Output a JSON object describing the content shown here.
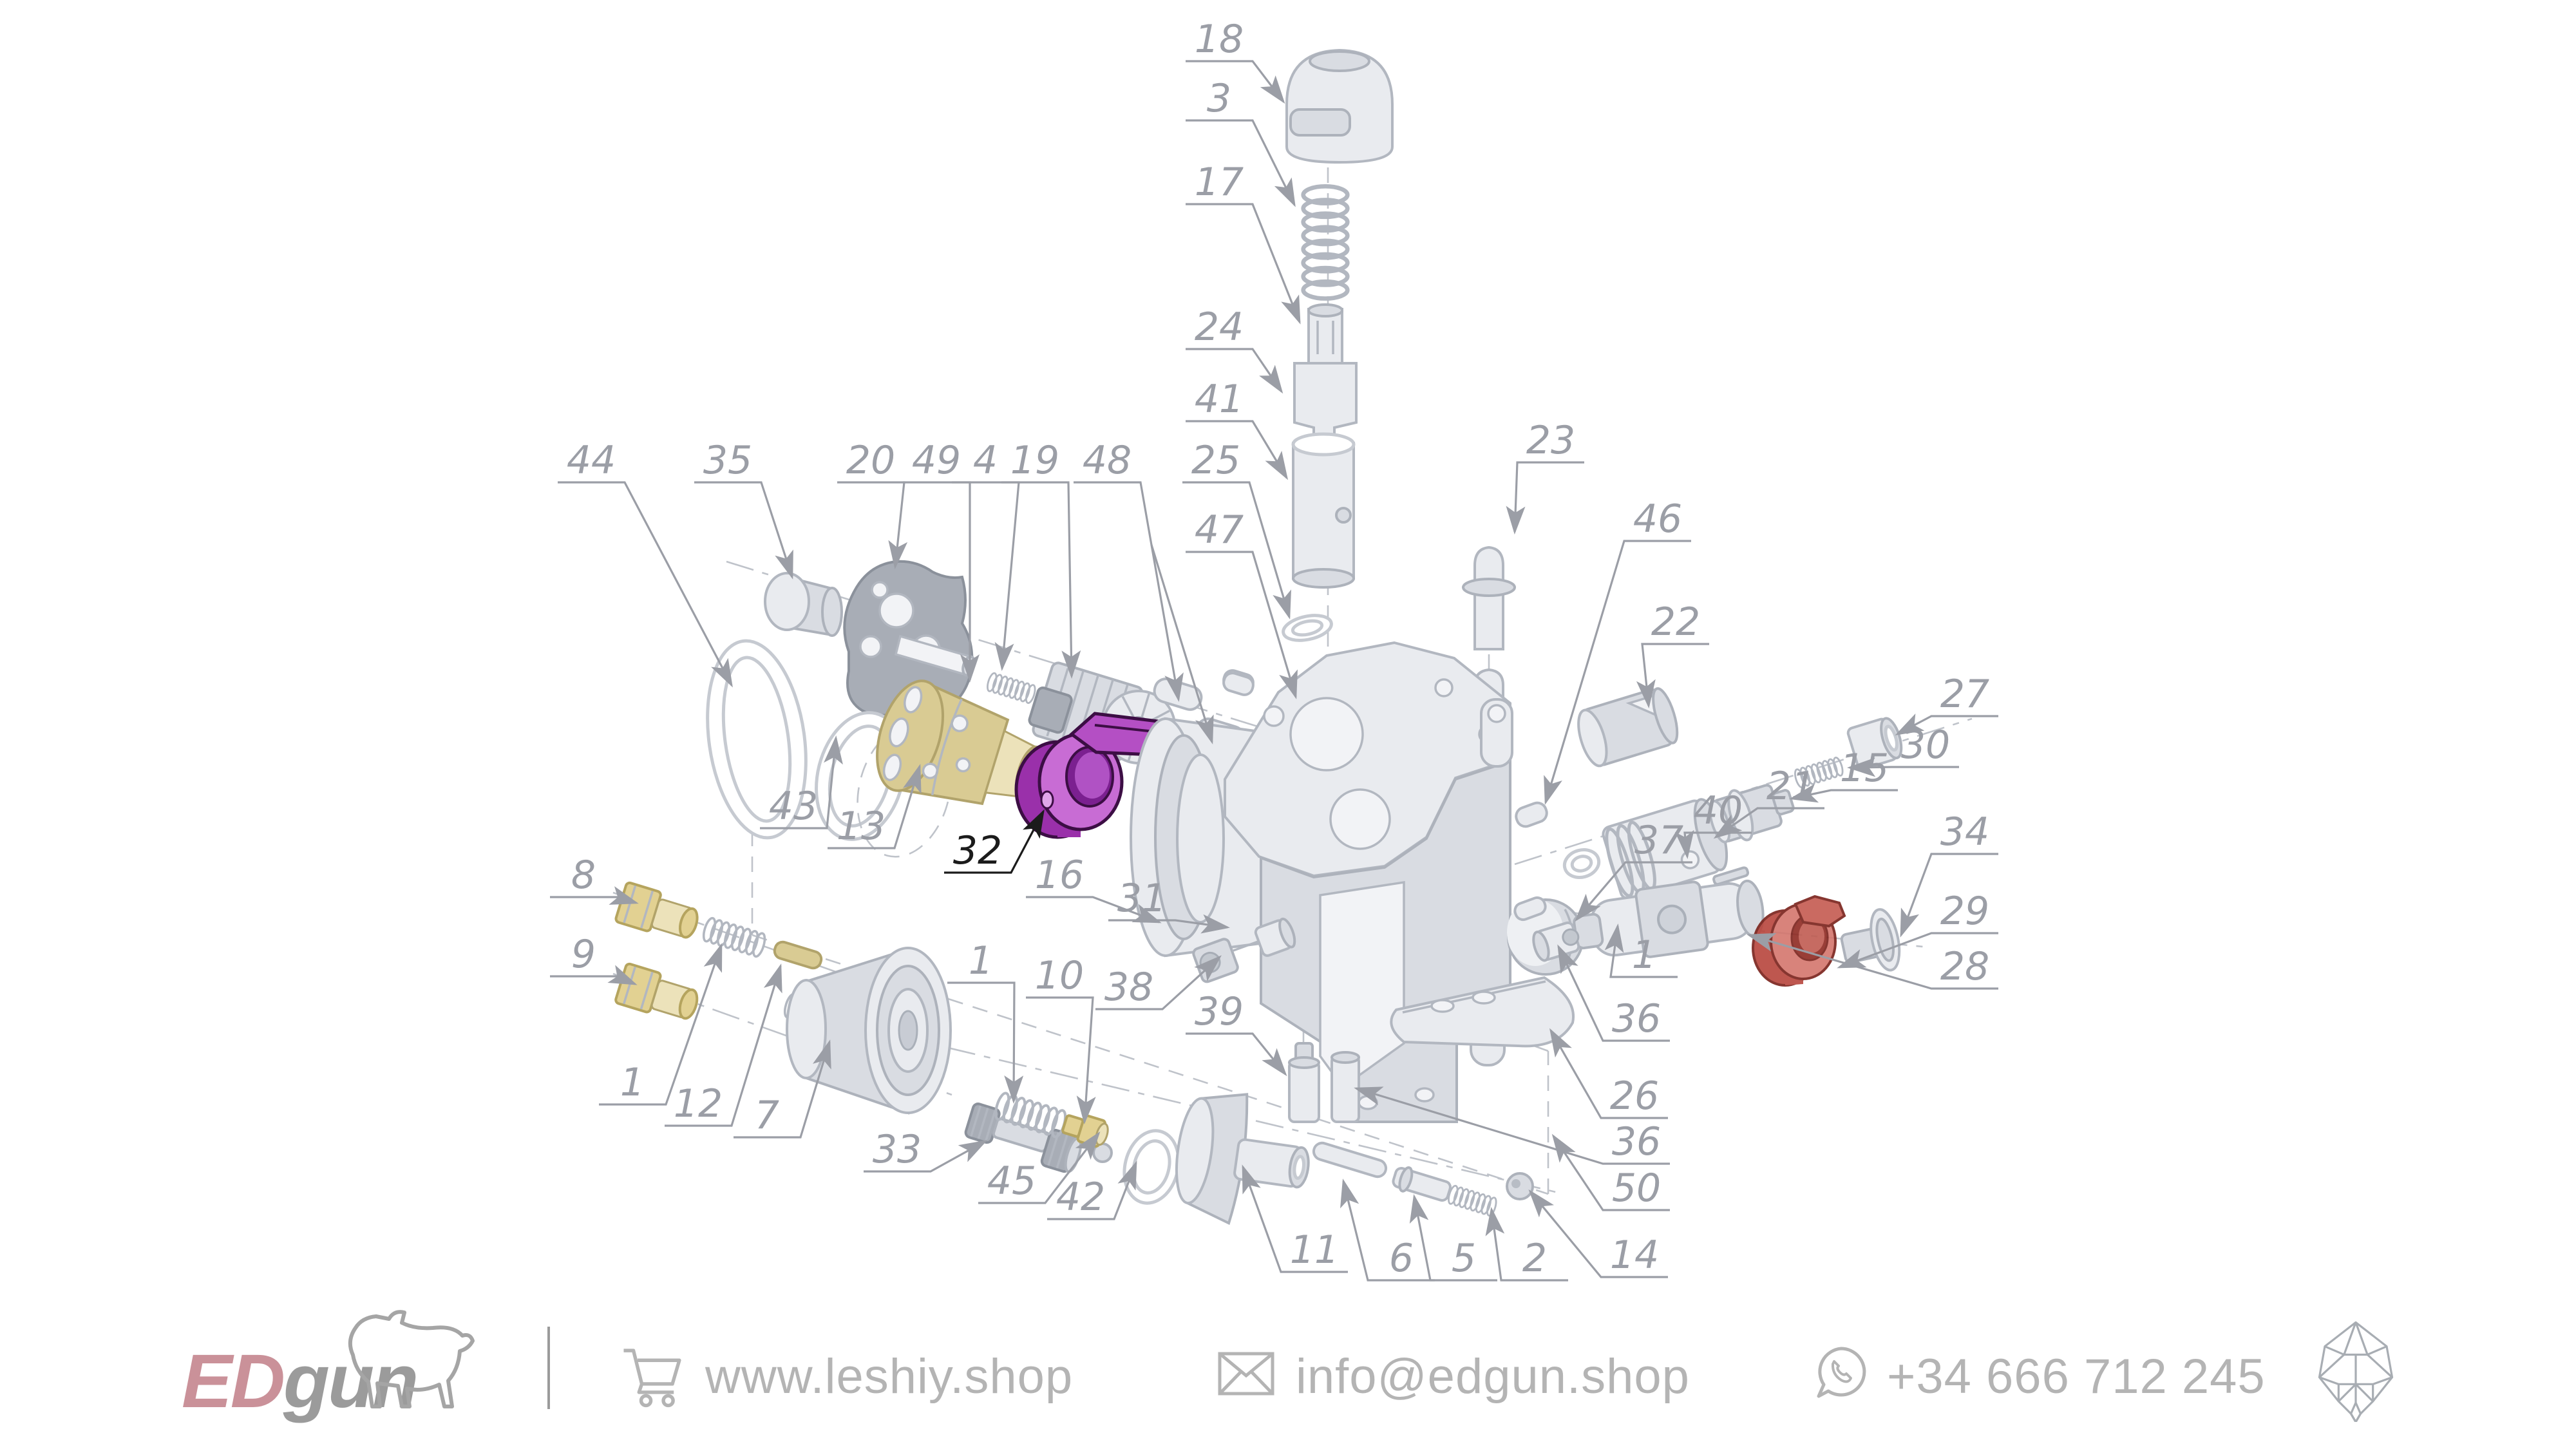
{
  "diagram": {
    "callouts": [
      {
        "id": "c18",
        "label": "18"
      },
      {
        "id": "c3",
        "label": "3"
      },
      {
        "id": "c17",
        "label": "17"
      },
      {
        "id": "c24",
        "label": "24"
      },
      {
        "id": "c41",
        "label": "41"
      },
      {
        "id": "c25",
        "label": "25"
      },
      {
        "id": "c47",
        "label": "47"
      },
      {
        "id": "c23",
        "label": "23"
      },
      {
        "id": "c46",
        "label": "46"
      },
      {
        "id": "c22",
        "label": "22"
      },
      {
        "id": "c44",
        "label": "44"
      },
      {
        "id": "c35",
        "label": "35"
      },
      {
        "id": "c20",
        "label": "20"
      },
      {
        "id": "c49",
        "label": "49"
      },
      {
        "id": "c4",
        "label": "4"
      },
      {
        "id": "c19",
        "label": "19"
      },
      {
        "id": "c48",
        "label": "48"
      },
      {
        "id": "c43",
        "label": "43"
      },
      {
        "id": "c13",
        "label": "13"
      },
      {
        "id": "c32",
        "label": "32"
      },
      {
        "id": "c16",
        "label": "16"
      },
      {
        "id": "c31",
        "label": "31"
      },
      {
        "id": "c27",
        "label": "27"
      },
      {
        "id": "c30",
        "label": "30"
      },
      {
        "id": "c15",
        "label": "15"
      },
      {
        "id": "c21",
        "label": "21"
      },
      {
        "id": "c40",
        "label": "40"
      },
      {
        "id": "c37",
        "label": "37"
      },
      {
        "id": "c34",
        "label": "34"
      },
      {
        "id": "c29",
        "label": "29"
      },
      {
        "id": "c28",
        "label": "28"
      },
      {
        "id": "c8",
        "label": "8"
      },
      {
        "id": "c9",
        "label": "9"
      },
      {
        "id": "c1a",
        "label": "1"
      },
      {
        "id": "c12",
        "label": "12"
      },
      {
        "id": "c7",
        "label": "7"
      },
      {
        "id": "c33",
        "label": "33"
      },
      {
        "id": "c45",
        "label": "45"
      },
      {
        "id": "c42",
        "label": "42"
      },
      {
        "id": "c11",
        "label": "11"
      },
      {
        "id": "c6",
        "label": "6"
      },
      {
        "id": "c5",
        "label": "5"
      },
      {
        "id": "c2",
        "label": "2"
      },
      {
        "id": "c14",
        "label": "14"
      },
      {
        "id": "c1b",
        "label": "1"
      },
      {
        "id": "c10",
        "label": "10"
      },
      {
        "id": "c38",
        "label": "38"
      },
      {
        "id": "c39",
        "label": "39"
      },
      {
        "id": "c1c",
        "label": "1"
      },
      {
        "id": "c36a",
        "label": "36"
      },
      {
        "id": "c26",
        "label": "26"
      },
      {
        "id": "c36b",
        "label": "36"
      },
      {
        "id": "c50",
        "label": "50"
      }
    ],
    "highlighted_part": "32",
    "colors": {
      "highlight_purple": "#c86cd4",
      "highlight_red": "#d4766d",
      "brass": "#d9cb93",
      "gold": "#e2d192",
      "label_gray": "#9b9ea6",
      "label_dark": "#1b1b1b",
      "line_gray": "#b2b7c0"
    }
  },
  "footer": {
    "brand": {
      "ed": "ED",
      "gun": "gun"
    },
    "website": "www.leshiy.shop",
    "email": "info@edgun.shop",
    "phone": "+34 666 712 245"
  }
}
